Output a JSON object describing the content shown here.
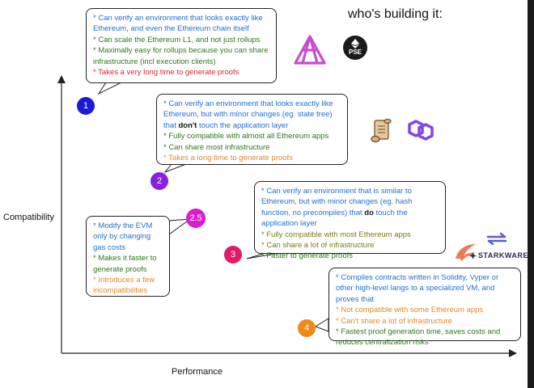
{
  "heading": "who's building it:",
  "axes": {
    "y_label": "Compatibility",
    "x_label": "Performance"
  },
  "types": [
    {
      "number": "1",
      "color": "#1b1bd6",
      "lines": [
        {
          "text": "* Can verify an environment that looks exactly like Ethereum, and even the Ethereum chain itself",
          "color": "blue"
        },
        {
          "text": "* Can scale the Ethereum L1, and not just rollups",
          "color": "green"
        },
        {
          "text": "* Maximally easy for rollups because you can share infrastructure (incl execution clients)",
          "color": "green"
        },
        {
          "text": "* Takes a very long time to generate proofs",
          "color": "red"
        }
      ]
    },
    {
      "number": "2",
      "color": "#8a1fe0",
      "lines": [
        {
          "parts": [
            {
              "text": "* Can verify an environment that looks exactly like Ethereum, but with minor changes (eg. state tree) that "
            },
            {
              "text": "don't",
              "bold": true
            },
            {
              "text": " touch the application layer"
            }
          ],
          "color": "blue"
        },
        {
          "text": "* Fully compatible with almost all Ethereum apps",
          "color": "green"
        },
        {
          "text": "* Can share most infrastructure",
          "color": "green"
        },
        {
          "text": "* Takes a long time to generate proofs",
          "color": "orange"
        }
      ]
    },
    {
      "number": "3",
      "color": "#e2196d",
      "lines": [
        {
          "parts": [
            {
              "text": "* Can verify an environment that is similar to Ethereum, but with minor changes (eg. hash function, no precompiles) that "
            },
            {
              "text": "do",
              "bold": true
            },
            {
              "text": " touch the application layer"
            }
          ],
          "color": "blue"
        },
        {
          "text": "* Fully compatible with most Ethereum apps",
          "color": "olive"
        },
        {
          "text": "* Can share a lot of infrastructure",
          "color": "olive"
        },
        {
          "text": "* Faster to generate proofs",
          "color": "green"
        }
      ]
    },
    {
      "number": "2.5",
      "color": "#d91ed1",
      "lines": [
        {
          "text": "* Modify the EVM only by changing gas costs",
          "color": "blue"
        },
        {
          "text": "* Makes it faster to generate proofs",
          "color": "green"
        },
        {
          "text": "* Introduces a few incompatibilities",
          "color": "orange"
        }
      ]
    },
    {
      "number": "4",
      "color": "#ee8a17",
      "lines": [
        {
          "text": "* Compiles contracts written in Solidity, Vyper or other high-level langs to a specialized VM, and proves that",
          "color": "blue"
        },
        {
          "text": "* Not compatible with some Ethereum apps",
          "color": "orange"
        },
        {
          "text": "* Can't share a lot of infrastructure",
          "color": "orange"
        },
        {
          "text": "* Fastest proof generation time, saves costs and reduces centralization risks",
          "color": "green"
        }
      ]
    }
  ],
  "logos": {
    "pse_text": "PSE",
    "starkware_text": "STARKWARE"
  },
  "colors": {
    "taiko": "#c64cd4",
    "polygon": "#8247e5",
    "scroll": "#d9b07a",
    "starknet_arrows": "#5b5bd8",
    "starkware_swirl": "#ef7b55"
  }
}
